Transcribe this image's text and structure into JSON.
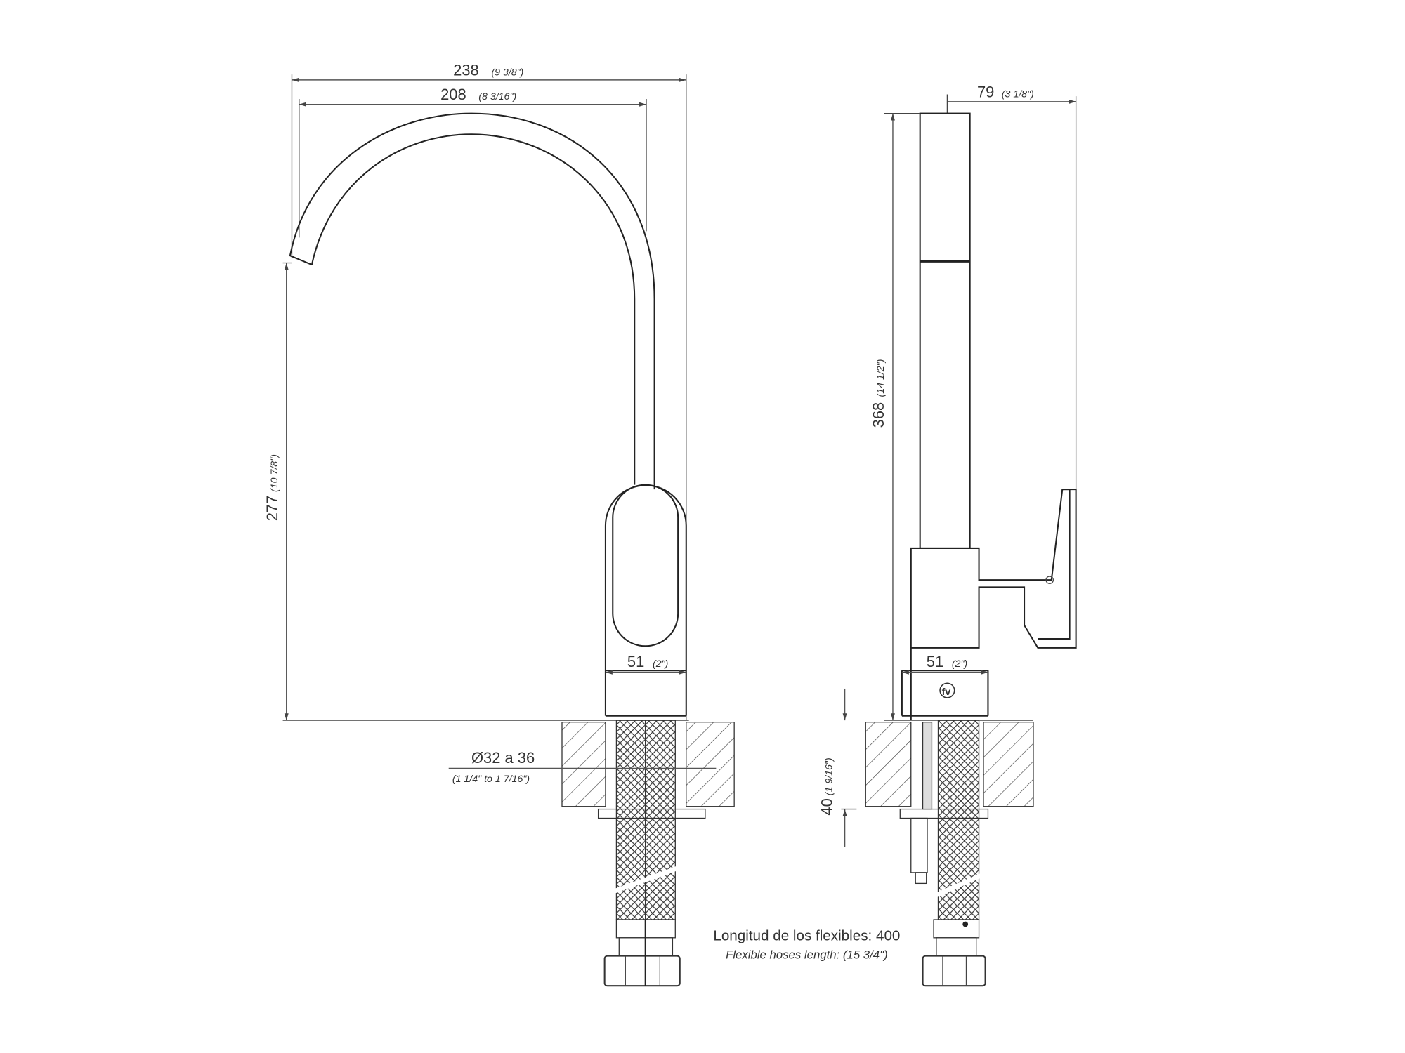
{
  "front_view": {
    "width_total": {
      "value": "238",
      "inch": "(9 3/8\")"
    },
    "width_reach": {
      "value": "208",
      "inch": "(8 3/16\")"
    },
    "spout_height": {
      "value": "277",
      "inch": "(10 7/8\")"
    },
    "base_diameter": {
      "value": "51",
      "inch": "(2\")"
    },
    "hole_diameter": {
      "value": "Ø32 a 36",
      "inch": "(1 1/4\" to 1 7/16\")"
    }
  },
  "side_view": {
    "depth": {
      "value": "79",
      "inch": "(3 1/8\")"
    },
    "total_height": {
      "value": "368",
      "inch": "(14 1/2\")"
    },
    "base_diameter": {
      "value": "51",
      "inch": "(2\")"
    },
    "counter_thickness": {
      "value": "40",
      "inch": "(1 9/16\")"
    },
    "logo": "fv"
  },
  "hoses_note": {
    "es": "Longitud de los flexibles: 400",
    "en": "Flexible hoses length: (15 3/4\")"
  }
}
